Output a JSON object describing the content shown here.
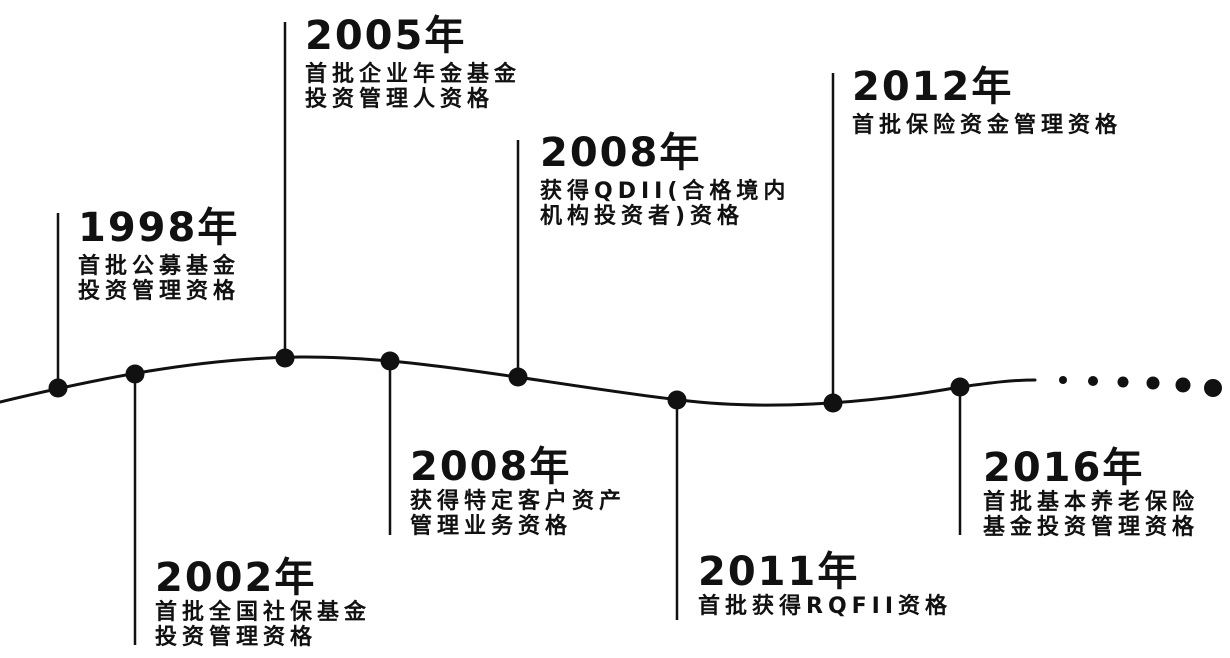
{
  "colors": {
    "ink": "#111111",
    "paper": "#ffffff"
  },
  "timeline": {
    "events": [
      {
        "year": "1998年",
        "lines": [
          "首批公募基金",
          "投资管理资格"
        ]
      },
      {
        "year": "2002年",
        "lines": [
          "首批全国社保基金",
          "投资管理资格"
        ]
      },
      {
        "year": "2005年",
        "lines": [
          "首批企业年金基金",
          "投资管理人资格"
        ]
      },
      {
        "year": "2008年",
        "lines": [
          "获得特定客户资产",
          "管理业务资格"
        ]
      },
      {
        "year": "2008年",
        "lines": [
          "获得QDII(合格境内",
          "机构投资者)资格"
        ]
      },
      {
        "year": "2011年",
        "lines": [
          "首批获得RQFII资格"
        ]
      },
      {
        "year": "2012年",
        "lines": [
          "首批保险资金管理资格"
        ]
      },
      {
        "year": "2016年",
        "lines": [
          "首批基本养老保险",
          "基金投资管理资格"
        ]
      }
    ]
  }
}
